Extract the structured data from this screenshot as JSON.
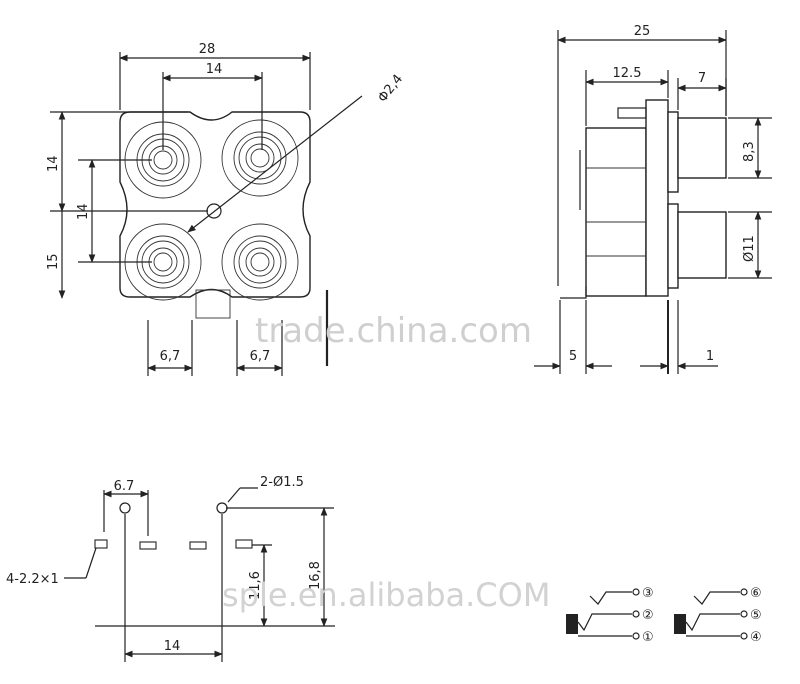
{
  "front_view": {
    "dims": {
      "width_total": "28",
      "hole_pitch_h": "14",
      "center_hole_dia": "Φ2,4",
      "pitch_v_left": "14",
      "pitch_v_inner": "14",
      "lower_height": "15",
      "bottom_left": "6,7",
      "bottom_right": "6,7"
    }
  },
  "side_view": {
    "dims": {
      "depth_total": "25",
      "depth_body": "12.5",
      "jack_length": "7",
      "upper_jack_dia": "8,3",
      "lower_jack_dia": "Ø11",
      "base_left": "5",
      "base_right": "1"
    }
  },
  "pcb_layout": {
    "dims": {
      "pad_offset": "6.7",
      "mount_holes": "2-Ø1.5",
      "pads": "4-2.2×1",
      "row_spacing": "14",
      "height_small": "11,6",
      "height_large": "16,8"
    }
  },
  "schematic": {
    "pins_left": [
      "③",
      "②",
      "①"
    ],
    "pins_right": [
      "⑥",
      "⑤",
      "④"
    ]
  },
  "watermarks": {
    "main": "trade.china.com",
    "secondary": "sple.en.alibaba.COM"
  }
}
